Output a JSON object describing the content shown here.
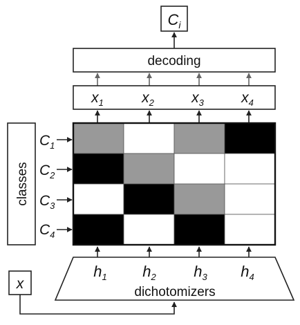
{
  "output_label": {
    "symbol": "C",
    "sub": "i"
  },
  "decoding_label": "decoding",
  "outputs": [
    {
      "symbol": "x",
      "sub": "1"
    },
    {
      "symbol": "x",
      "sub": "2"
    },
    {
      "symbol": "x",
      "sub": "3"
    },
    {
      "symbol": "x",
      "sub": "4"
    }
  ],
  "classes_label": "classes",
  "classes": [
    {
      "symbol": "C",
      "sub": "1"
    },
    {
      "symbol": "C",
      "sub": "2"
    },
    {
      "symbol": "C",
      "sub": "3"
    },
    {
      "symbol": "C",
      "sub": "4"
    }
  ],
  "coding_matrix": [
    [
      "gray",
      "white",
      "gray",
      "black"
    ],
    [
      "black",
      "gray",
      "white",
      "white"
    ],
    [
      "white",
      "black",
      "gray",
      "white"
    ],
    [
      "black",
      "white",
      "black",
      "white"
    ]
  ],
  "cell_colors": {
    "black": "#000000",
    "gray": "#999999",
    "white": "#ffffff"
  },
  "dichotomizers_label": "dichotomizers",
  "dichotomizers": [
    {
      "symbol": "h",
      "sub": "1"
    },
    {
      "symbol": "h",
      "sub": "2"
    },
    {
      "symbol": "h",
      "sub": "3"
    },
    {
      "symbol": "h",
      "sub": "4"
    }
  ],
  "input_label": {
    "symbol": "x"
  }
}
